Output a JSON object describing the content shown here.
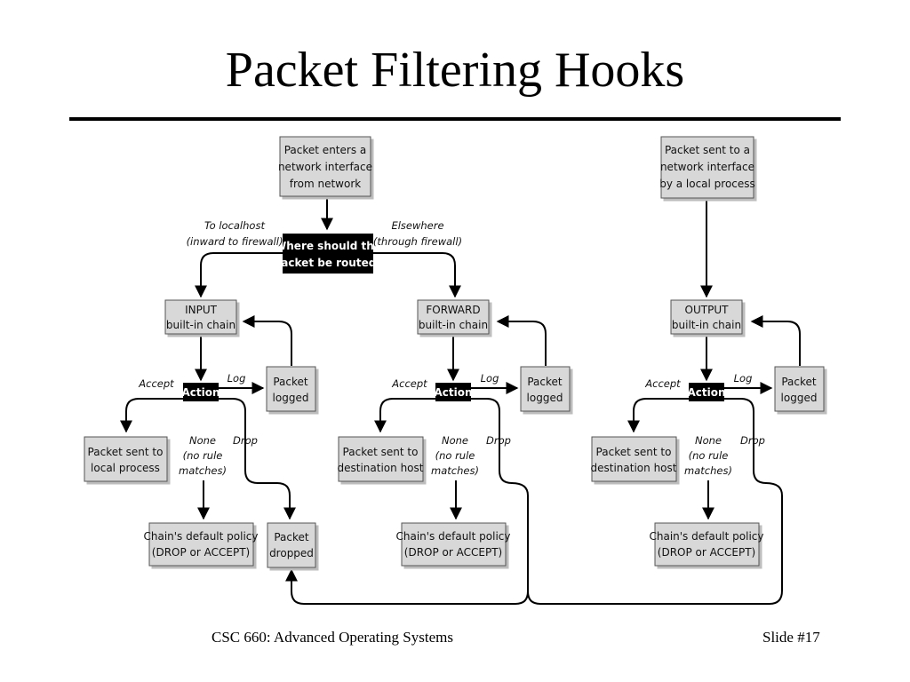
{
  "slide": {
    "title": "Packet Filtering Hooks",
    "footer_left": "CSC 660: Advanced Operating Systems",
    "footer_right": "Slide #17"
  },
  "diagram": {
    "entry": {
      "lines": [
        "Packet enters a",
        "network interface",
        "from network"
      ]
    },
    "local_entry": {
      "lines": [
        "Packet sent to a",
        "network interface",
        "by a local process"
      ]
    },
    "route": {
      "lines": [
        "Where should the",
        "packet be routed?"
      ]
    },
    "to_localhost": {
      "lines": [
        "To localhost",
        "(inward to firewall)"
      ]
    },
    "elsewhere": {
      "lines": [
        "Elsewhere",
        "(through firewall)"
      ]
    },
    "chains": [
      {
        "name": [
          "INPUT",
          "built-in chain"
        ],
        "action": "Action",
        "log_label": "Log",
        "logged": [
          "Packet",
          "logged"
        ],
        "accept_label": "Accept",
        "accept_target": [
          "Packet sent to",
          "local process"
        ],
        "none_label": [
          "None",
          "(no rule",
          "matches)"
        ],
        "drop_label": "Drop",
        "policy": [
          "Chain's default policy",
          "(DROP or ACCEPT)"
        ]
      },
      {
        "name": [
          "FORWARD",
          "built-in chain"
        ],
        "action": "Action",
        "log_label": "Log",
        "logged": [
          "Packet",
          "logged"
        ],
        "accept_label": "Accept",
        "accept_target": [
          "Packet sent to",
          "destination host"
        ],
        "none_label": [
          "None",
          "(no rule",
          "matches)"
        ],
        "drop_label": "Drop",
        "policy": [
          "Chain's default policy",
          "(DROP or ACCEPT)"
        ]
      },
      {
        "name": [
          "OUTPUT",
          "built-in chain"
        ],
        "action": "Action",
        "log_label": "Log",
        "logged": [
          "Packet",
          "logged"
        ],
        "accept_label": "Accept",
        "accept_target": [
          "Packet sent to",
          "destination host"
        ],
        "none_label": [
          "None",
          "(no rule",
          "matches)"
        ],
        "drop_label": "Drop",
        "policy": [
          "Chain's default policy",
          "(DROP or ACCEPT)"
        ]
      }
    ],
    "dropped": [
      "Packet",
      "dropped"
    ]
  }
}
